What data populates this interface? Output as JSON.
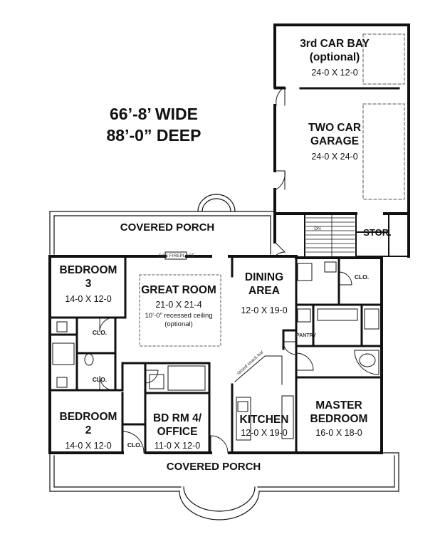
{
  "overall": {
    "width": "66’-8’ WIDE",
    "depth": "88’-0” DEEP"
  },
  "rooms": {
    "third_car_bay": {
      "name_line1": "3rd CAR BAY",
      "name_line2": "(optional)",
      "dims": "24-0 X 12-0"
    },
    "two_car_garage": {
      "name_line1": "TWO CAR",
      "name_line2": "GARAGE",
      "dims": "24-0 X 24-0"
    },
    "storage": {
      "name": "STOR."
    },
    "covered_porch_top": {
      "name": "COVERED PORCH"
    },
    "covered_porch_bottom": {
      "name": "COVERED PORCH"
    },
    "bedroom3": {
      "name_line1": "BEDROOM",
      "name_line2": "3",
      "dims": "14-0 X 12-0"
    },
    "great_room": {
      "name": "GREAT ROOM",
      "dims": "21-0 X 21-4",
      "note_line1": "10’-0” recessed ceiling",
      "note_line2": "(optional)"
    },
    "dining_area": {
      "name_line1": "DINING",
      "name_line2": "AREA",
      "dims": "12-0 X 19-0"
    },
    "pantry": {
      "name": "PANTRY"
    },
    "bedroom2": {
      "name_line1": "BEDROOM",
      "name_line2": "2",
      "dims": "14-0 X 12-0"
    },
    "bedroom4_office": {
      "name_line1": "BD RM 4/",
      "name_line2": "OFFICE",
      "dims": "11-0 X 12-0"
    },
    "kitchen": {
      "name": "KITCHEN",
      "dims": "12-0 X 19-0"
    },
    "master_bedroom": {
      "name_line1": "MASTER",
      "name_line2": "BEDROOM",
      "dims": "16-0 X 18-0"
    }
  },
  "closets": {
    "label": "CLO."
  },
  "annotations": {
    "gas_fireplace": "GAS FIREPLACE",
    "snack_bar": "raised snack bar",
    "dn": "DN"
  }
}
